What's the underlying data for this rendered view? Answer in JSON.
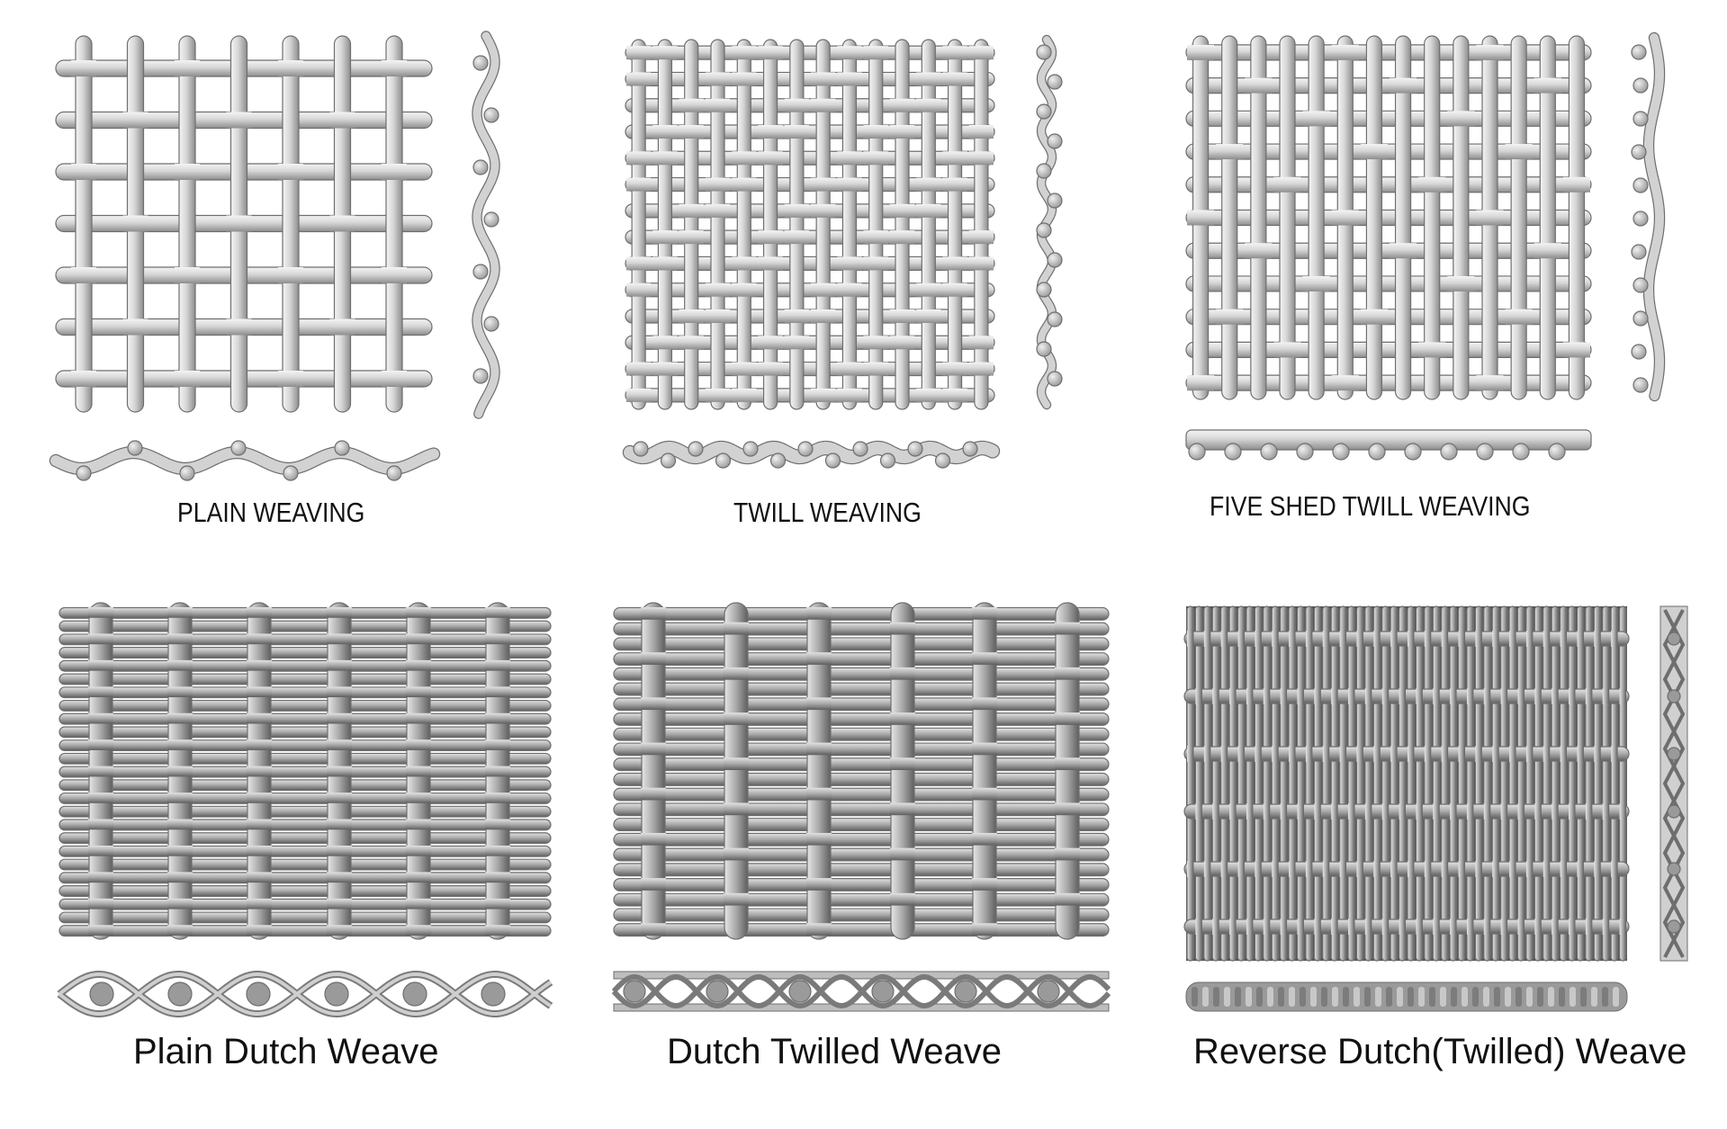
{
  "figure": {
    "background": "#ffffff",
    "wire_color": "#c9c9c9",
    "wire_edge": "#6e6e6e",
    "dense_wire_color": "#a9a9a9",
    "fill_cross_section": "#9a9a9a"
  },
  "panels": [
    {
      "id": "plain",
      "caption": "PLAIN WEAVING"
    },
    {
      "id": "twill",
      "caption": "TWILL WEAVING"
    },
    {
      "id": "five-shed",
      "caption": "FIVE SHED TWILL WEAVING"
    },
    {
      "id": "plain-dutch",
      "caption": "Plain Dutch Weave"
    },
    {
      "id": "dutch-twilled",
      "caption": "Dutch Twilled Weave"
    },
    {
      "id": "reverse-dutch",
      "caption": "Reverse Dutch(Twilled) Weave"
    }
  ]
}
